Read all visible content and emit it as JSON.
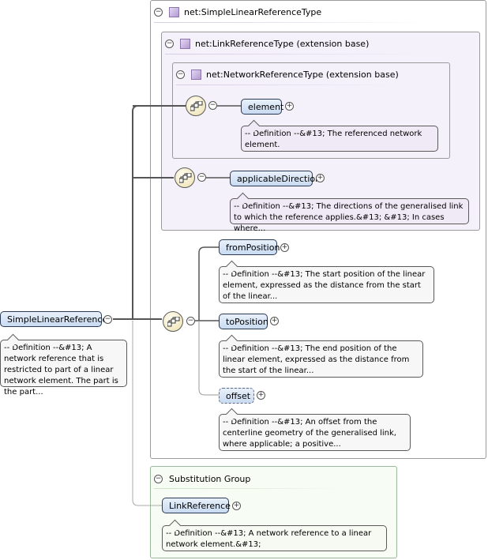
{
  "root": {
    "name": "SimpleLinearReference",
    "definition": "-- Definition --&#13; A network reference that is restricted to part of a linear network element. The part is the part..."
  },
  "types": {
    "outer": "net:SimpleLinearReferenceType",
    "middle": "net:LinkReferenceType (extension base)",
    "inner": "net:NetworkReferenceType (extension base)"
  },
  "elements": {
    "element": {
      "name": "element",
      "definition": "-- Definition --&#13; The referenced network element."
    },
    "applicableDirection": {
      "name": "applicableDirection",
      "definition": "-- Definition --&#13; The directions of the generalised link to which the reference applies.&#13; &#13; In cases where..."
    },
    "fromPosition": {
      "name": "fromPosition",
      "definition": "-- Definition --&#13; The start position of the linear element, expressed as the distance from the start of the linear..."
    },
    "toPosition": {
      "name": "toPosition",
      "definition": "-- Definition --&#13; The end position of the linear element, expressed as the distance from the start of the linear..."
    },
    "offset": {
      "name": "offset",
      "definition": "-- Definition --&#13; An offset from the centerline geometry of the generalised link, where applicable; a positive..."
    }
  },
  "substitution": {
    "title": "Substitution Group",
    "name": "LinkReference",
    "definition": "-- Definition --&#13; A network reference to a linear network element.&#13;"
  },
  "icons": {
    "collapse": "minus-circle-icon",
    "expand": "plus-circle-icon",
    "type": "complex-type-icon",
    "sequence": "sequence-compositor-icon"
  },
  "colors": {
    "element_fill": "#c9dbf1",
    "type_fill": "#f4f1fa",
    "subst_fill": "#f7fcf4",
    "connector": "#5a5a5a"
  }
}
